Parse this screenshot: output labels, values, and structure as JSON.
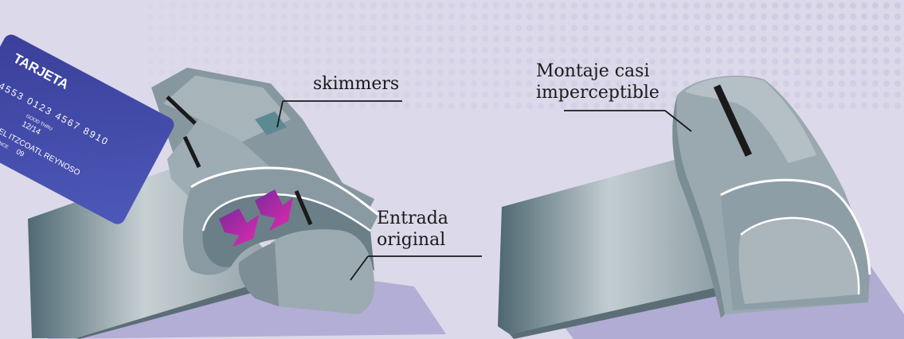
{
  "labels": {
    "skimmers": "skimmers",
    "montaje_line1": "Montaje casi",
    "montaje_line2": "imperceptible",
    "entrada_line1": "Entrada",
    "entrada_line2": "original"
  },
  "card": {
    "title": "TARJETA",
    "number": "4553 0123 4567 8910",
    "valid_caption": "GOOD THRU",
    "expiry": "12/14",
    "holder": "RAFAEL ITZCOATL REYNOSO",
    "member_caption": "MEMBER SINCE",
    "member_year": "09"
  },
  "colors": {
    "background": "#dcd9ea",
    "device_body": "#9aa9b0",
    "device_dark": "#6f8189",
    "card_blue": "#3a3f9a",
    "arrow_magenta": "#d92aa8",
    "shadow": "#a9a3cf"
  }
}
